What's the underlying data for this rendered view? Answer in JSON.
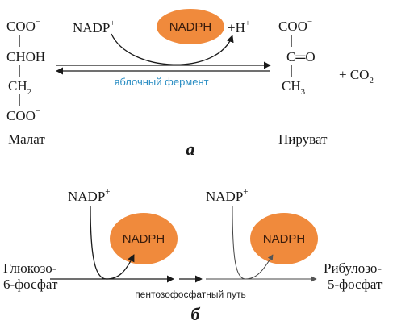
{
  "panel_a": {
    "letter": "а",
    "malate": {
      "coo_top": "COO",
      "choh": "CHOH",
      "ch2": "CH",
      "ch2_sub": "2",
      "coo_bottom": "COO",
      "name": "Малат"
    },
    "nadp_in": "NADP",
    "nadph": "NADPH",
    "h_out": "+H",
    "enzyme": "яблочный фермент",
    "pyruvate": {
      "coo": "COO",
      "co": "C═O",
      "ch3": "CH",
      "ch3_sub": "3",
      "name": "Пируват"
    },
    "co2": "+ CO",
    "co2_sub": "2"
  },
  "panel_b": {
    "letter": "б",
    "nadp_left": "NADP",
    "nadp_right": "NADP",
    "nadph_left": "NADPH",
    "nadph_right": "NADPH",
    "glucose_line1": "Глюкозо-",
    "glucose_line2": "6-фосфат",
    "ribulose_line1": "Рибулозо-",
    "ribulose_line2": "5-фосфат",
    "pathway": "пентозофосфатный путь"
  },
  "signs": {
    "plus": "+",
    "minus": "−"
  },
  "colors": {
    "ellipse_fill": "#f08a3c",
    "enzyme_text": "#2d8fc4"
  }
}
